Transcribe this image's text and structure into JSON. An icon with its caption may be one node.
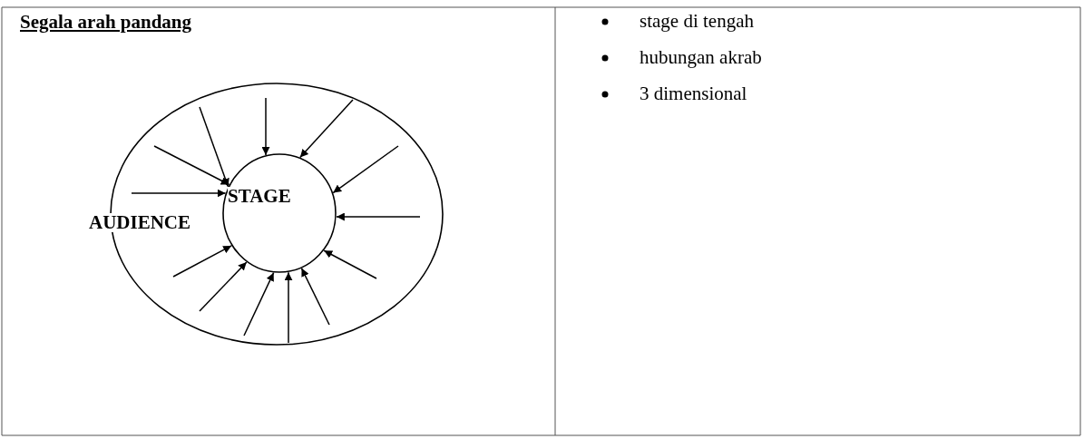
{
  "diagram": {
    "nodes": [
      {
        "text": [
          "AUDIENCE"
        ]
      },
      {
        "text": [
          "STAGE"
        ],
        "in": 0
      }
    ],
    "edges": [
      {
        "from": null,
        "to": 1,
        "arrow": "to"
      },
      {
        "from": null,
        "to": 1,
        "arrow": "to"
      },
      {
        "from": null,
        "to": 1,
        "arrow": "to"
      },
      {
        "from": null,
        "to": 1,
        "arrow": "to"
      },
      {
        "from": null,
        "to": 1,
        "arrow": "to"
      },
      {
        "from": null,
        "to": 1,
        "arrow": "to"
      },
      {
        "from": null,
        "to": 1,
        "arrow": "to"
      },
      {
        "from": null,
        "to": 1,
        "arrow": "to"
      },
      {
        "from": null,
        "to": 1,
        "arrow": "to"
      },
      {
        "from": null,
        "to": 1,
        "arrow": "to"
      },
      {
        "from": null,
        "to": 1,
        "arrow": "to"
      },
      {
        "from": null,
        "to": 1,
        "arrow": "to"
      },
      {
        "from": null,
        "to": 1,
        "arrow": "to"
      }
    ],
    "labels": [
      "Segala arah pandang",
      "stage di tengah",
      "hubungan akrab",
      "3 dimensional"
    ]
  }
}
